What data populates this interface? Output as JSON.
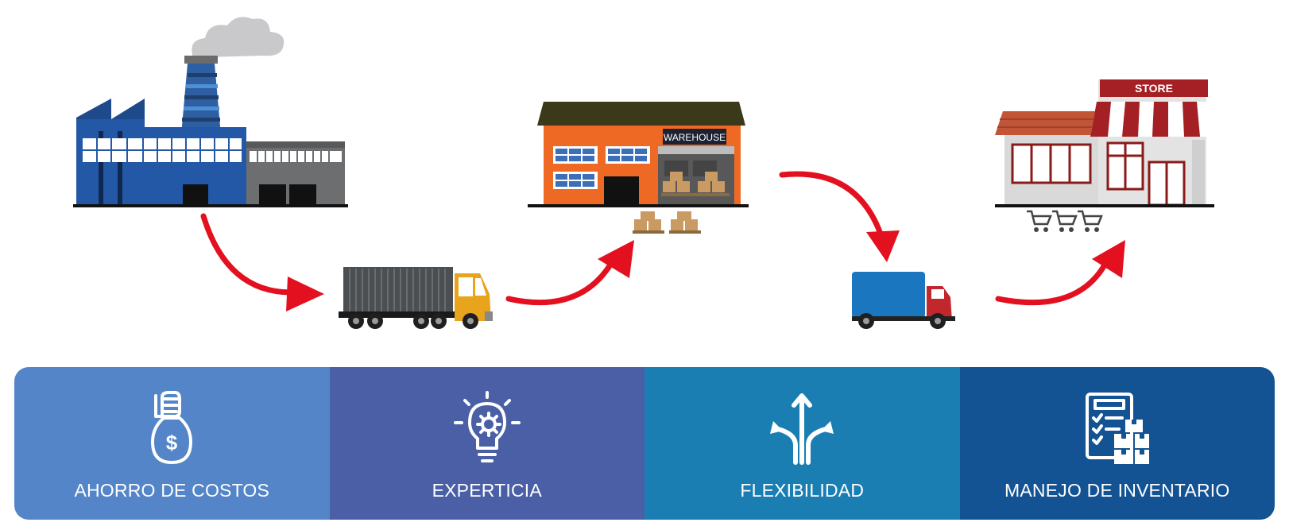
{
  "scene": {
    "warehouse_sign": "WAREHOUSE",
    "store_sign": "STORE"
  },
  "benefits": [
    {
      "label": "AHORRO DE COSTOS",
      "icon": "money-bag-hand-icon"
    },
    {
      "label": "EXPERTICIA",
      "icon": "lightbulb-gear-icon"
    },
    {
      "label": "FLEXIBILIDAD",
      "icon": "split-arrows-icon"
    },
    {
      "label": "MANEJO DE INVENTARIO",
      "icon": "checklist-boxes-icon"
    }
  ],
  "colors": {
    "arrow": "#e3101f",
    "benefit_1": "#5385c8",
    "benefit_2": "#4a5fa6",
    "benefit_3": "#1a7eb2",
    "benefit_4": "#135393"
  }
}
